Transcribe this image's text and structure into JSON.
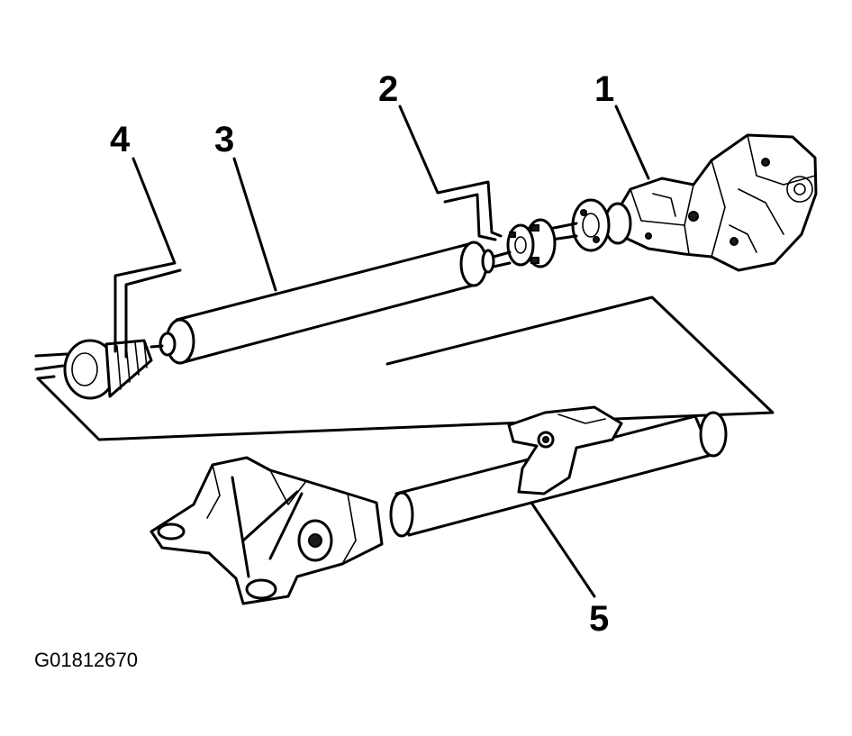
{
  "figure_id": "G01812670",
  "callouts": [
    {
      "id": "1",
      "label": "1"
    },
    {
      "id": "2",
      "label": "2"
    },
    {
      "id": "3",
      "label": "3"
    },
    {
      "id": "4",
      "label": "4"
    },
    {
      "id": "5",
      "label": "5"
    }
  ],
  "colors": {
    "line": "#000000",
    "background": "#ffffff"
  }
}
